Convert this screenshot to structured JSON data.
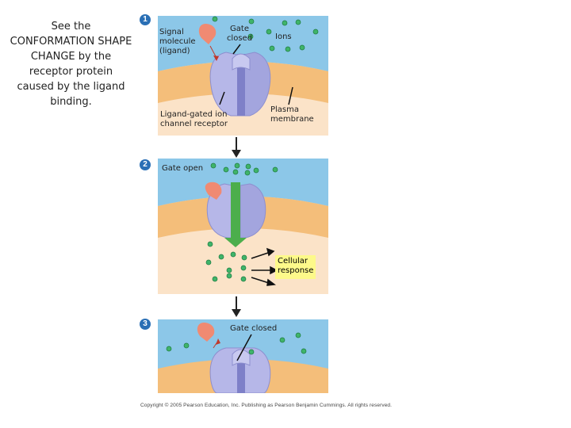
{
  "side_note": "See the CONFORMATION SHAPE CHANGE by the receptor protein caused by the ligand binding.",
  "steps": [
    {
      "number": "1"
    },
    {
      "number": "2"
    },
    {
      "number": "3"
    }
  ],
  "labels": {
    "signal_molecule": "Signal molecule (ligand)",
    "gate_closed": "Gate closed",
    "ions": "Ions",
    "receptor": "Ligand-gated ion channel receptor",
    "plasma_membrane": "Plasma membrane",
    "gate_open": "Gate open",
    "cellular_response": "Cellular response",
    "gate_closed_3": "Gate closed"
  },
  "copyright": "Copyright © 2005 Pearson Education, Inc. Publishing as Pearson Benjamin Cummings. All rights reserved.",
  "colors": {
    "extracellular": "#8cc7e8",
    "membrane": "#f4be7a",
    "cytoplasm": "#fbe3c8",
    "protein": "#b6b7e8",
    "ligand": "#f08a72",
    "ion": "#3fb46a",
    "flow_arrow": "#4cae4c",
    "badge": "#2a6fb5"
  }
}
